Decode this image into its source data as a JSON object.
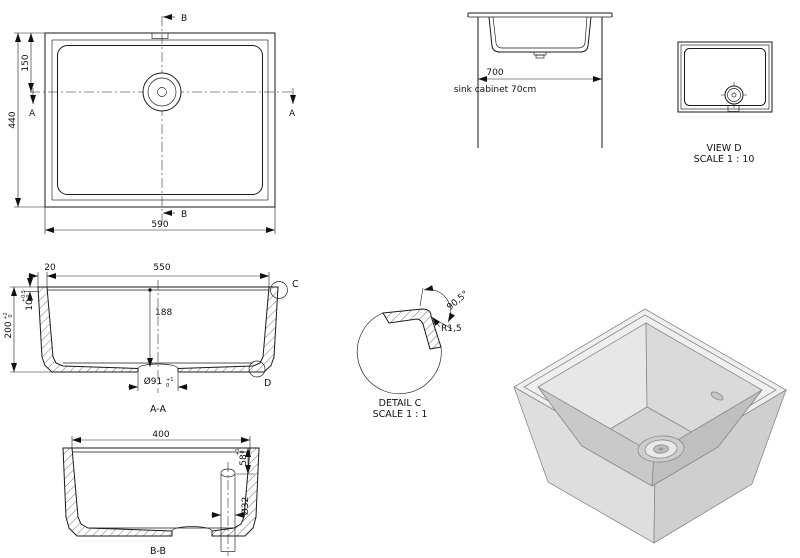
{
  "plan": {
    "dim_width": "590",
    "dim_height": "440",
    "dim_drain_offset": "150",
    "section_label_a": "A",
    "section_label_b": "B"
  },
  "front": {
    "dim_cabinet": "700",
    "cabinet_note": "sink cabinet 70cm"
  },
  "view_d": {
    "name": "VIEW D",
    "scale": "SCALE 1 : 10"
  },
  "section_aa": {
    "label": "A-A",
    "dim_bowl_width": "550",
    "dim_flange": "20",
    "dim_bowl_depth": "188",
    "dim_overall_depth": "200",
    "depth_tol_upper": "+2",
    "depth_tol_lower": "0",
    "dim_rim": "10",
    "rim_tol_upper": "+0,5",
    "rim_tol_lower": "0",
    "dim_drain": "Ø91",
    "drain_tol_upper": "+1",
    "drain_tol_lower": "0",
    "detail_c_label": "C",
    "detail_d_label": "D"
  },
  "detail_c": {
    "name": "DETAIL C",
    "scale": "SCALE 1 : 1",
    "radius": "R1,5",
    "angle": "90,5°"
  },
  "section_bb": {
    "label": "B-B",
    "dim_bowl_width": "400",
    "dim_overflow": "58",
    "overflow_tol_upper": "+1",
    "overflow_tol_lower": "0",
    "dim_drain_pipe": "Ø32"
  }
}
